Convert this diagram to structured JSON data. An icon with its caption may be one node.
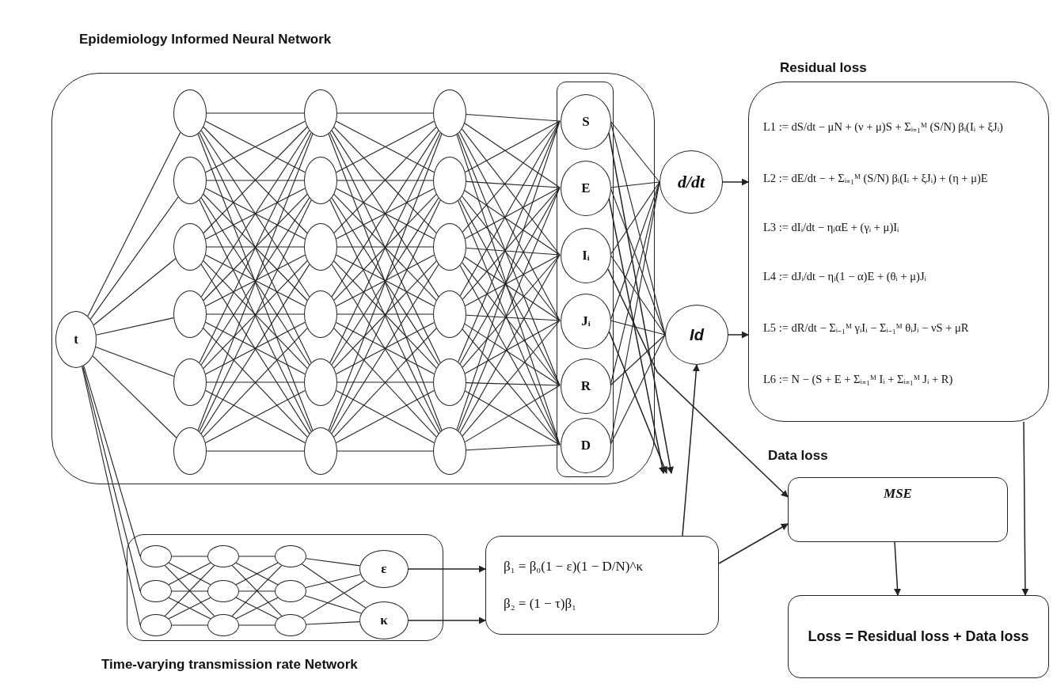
{
  "diagram": {
    "nodes": [
      {
        "text": [
          "Epidemiology Informed Neural Network"
        ]
      },
      {
        "text": [
          "t"
        ],
        "in": 0
      },
      {
        "text": [],
        "shape": "circle",
        "in": 0
      },
      {
        "text": [],
        "shape": "circle",
        "in": 0
      },
      {
        "text": [],
        "shape": "circle",
        "in": 0
      },
      {
        "text": [],
        "shape": "circle",
        "in": 0
      },
      {
        "text": [],
        "shape": "circle",
        "in": 0
      },
      {
        "text": [],
        "shape": "circle",
        "in": 0
      },
      {
        "text": [],
        "shape": "circle",
        "in": 0
      },
      {
        "text": [],
        "shape": "circle",
        "in": 0
      },
      {
        "text": [],
        "shape": "circle",
        "in": 0
      },
      {
        "text": [],
        "shape": "circle",
        "in": 0
      },
      {
        "text": [],
        "shape": "circle",
        "in": 0
      },
      {
        "text": [],
        "shape": "circle",
        "in": 0
      },
      {
        "text": [],
        "shape": "circle",
        "in": 0
      },
      {
        "text": [],
        "shape": "circle",
        "in": 0
      },
      {
        "text": [],
        "shape": "circle",
        "in": 0
      },
      {
        "text": [],
        "shape": "circle",
        "in": 0
      },
      {
        "text": [],
        "shape": "circle",
        "in": 0
      },
      {
        "text": [],
        "shape": "circle",
        "in": 0
      },
      {
        "text": [],
        "shape": "box",
        "in": 0
      },
      {
        "text": [
          "S"
        ],
        "in": 20
      },
      {
        "text": [
          "E"
        ],
        "in": 20
      },
      {
        "text": [
          "Iᵢ"
        ],
        "in": 20
      },
      {
        "text": [
          "Jᵢ"
        ],
        "in": 20
      },
      {
        "text": [
          "R"
        ],
        "in": 20
      },
      {
        "text": [
          "D"
        ],
        "in": 20
      },
      {
        "text": [
          "d/dt"
        ]
      },
      {
        "text": [
          "Id"
        ]
      },
      {
        "text": [
          "Residual loss",
          "L1 := dS/dt − μN + (ν + μ)S + Σᵢ₌₁ᴹ (S/N) βᵢ(Iᵢ + ξJᵢ)",
          "L2 := dE/dt − + Σᵢ₌₁ᴹ (S/N) βᵢ(Iᵢ + ξJᵢ) + (η + μ)E",
          "L3 := dIᵢ/dt − ηᵢαE + (γᵢ + μ)Iᵢ",
          "L4 := dJᵢ/dt − ηᵢ(1 − α)E + (θᵢ + μ)Jᵢ",
          "L5 := dR/dt − Σᵢ₋₁ᴹ γᵢIᵢ − Σᵢ₋₁ᴹ θᵢJᵢ − νS + μR",
          "L6 := N − (S + E + Σᵢ₌₁ᴹ Iᵢ + Σᵢ₌₁ᴹ Jᵢ + R)"
        ]
      },
      {
        "text": [
          "Data loss",
          "MSE"
        ]
      },
      {
        "text": [
          "Time-varying transmission rate Network"
        ]
      },
      {
        "text": [],
        "shape": "circle",
        "in": 31
      },
      {
        "text": [],
        "shape": "circle",
        "in": 31
      },
      {
        "text": [],
        "shape": "circle",
        "in": 31
      },
      {
        "text": [],
        "shape": "circle",
        "in": 31
      },
      {
        "text": [],
        "shape": "circle",
        "in": 31
      },
      {
        "text": [],
        "shape": "circle",
        "in": 31
      },
      {
        "text": [],
        "shape": "circle",
        "in": 31
      },
      {
        "text": [],
        "shape": "circle",
        "in": 31
      },
      {
        "text": [],
        "shape": "circle",
        "in": 31
      },
      {
        "text": [
          "ε"
        ],
        "in": 31
      },
      {
        "text": [
          "κ"
        ],
        "in": 31
      },
      {
        "text": [
          "β₁ = β₀(1 − ε)(1 − D/N)^κ",
          "β₂ = (1 − τ)β₁"
        ]
      },
      {
        "text": [
          "Loss = Residual loss + Data loss"
        ]
      }
    ],
    "edges": [
      {
        "from": 1,
        "to": 2,
        "arrow": "none"
      },
      {
        "from": 1,
        "to": 3,
        "arrow": "none"
      },
      {
        "from": 1,
        "to": 4,
        "arrow": "none"
      },
      {
        "from": 1,
        "to": 5,
        "arrow": "none"
      },
      {
        "from": 1,
        "to": 6,
        "arrow": "none"
      },
      {
        "from": 1,
        "to": 7,
        "arrow": "none"
      },
      {
        "from": 2,
        "to": 8,
        "arrow": "none"
      },
      {
        "from": 2,
        "to": 9,
        "arrow": "none"
      },
      {
        "from": 2,
        "to": 10,
        "arrow": "none"
      },
      {
        "from": 2,
        "to": 11,
        "arrow": "none"
      },
      {
        "from": 2,
        "to": 12,
        "arrow": "none"
      },
      {
        "from": 2,
        "to": 13,
        "arrow": "none"
      },
      {
        "from": 3,
        "to": 8,
        "arrow": "none"
      },
      {
        "from": 3,
        "to": 9,
        "arrow": "none"
      },
      {
        "from": 3,
        "to": 10,
        "arrow": "none"
      },
      {
        "from": 3,
        "to": 11,
        "arrow": "none"
      },
      {
        "from": 3,
        "to": 12,
        "arrow": "none"
      },
      {
        "from": 3,
        "to": 13,
        "arrow": "none"
      },
      {
        "from": 4,
        "to": 8,
        "arrow": "none"
      },
      {
        "from": 4,
        "to": 9,
        "arrow": "none"
      },
      {
        "from": 4,
        "to": 10,
        "arrow": "none"
      },
      {
        "from": 4,
        "to": 11,
        "arrow": "none"
      },
      {
        "from": 4,
        "to": 12,
        "arrow": "none"
      },
      {
        "from": 4,
        "to": 13,
        "arrow": "none"
      },
      {
        "from": 5,
        "to": 8,
        "arrow": "none"
      },
      {
        "from": 5,
        "to": 9,
        "arrow": "none"
      },
      {
        "from": 5,
        "to": 10,
        "arrow": "none"
      },
      {
        "from": 5,
        "to": 11,
        "arrow": "none"
      },
      {
        "from": 5,
        "to": 12,
        "arrow": "none"
      },
      {
        "from": 5,
        "to": 13,
        "arrow": "none"
      },
      {
        "from": 6,
        "to": 8,
        "arrow": "none"
      },
      {
        "from": 6,
        "to": 9,
        "arrow": "none"
      },
      {
        "from": 6,
        "to": 10,
        "arrow": "none"
      },
      {
        "from": 6,
        "to": 11,
        "arrow": "none"
      },
      {
        "from": 6,
        "to": 12,
        "arrow": "none"
      },
      {
        "from": 6,
        "to": 13,
        "arrow": "none"
      },
      {
        "from": 7,
        "to": 8,
        "arrow": "none"
      },
      {
        "from": 7,
        "to": 9,
        "arrow": "none"
      },
      {
        "from": 7,
        "to": 10,
        "arrow": "none"
      },
      {
        "from": 7,
        "to": 11,
        "arrow": "none"
      },
      {
        "from": 7,
        "to": 12,
        "arrow": "none"
      },
      {
        "from": 7,
        "to": 13,
        "arrow": "none"
      },
      {
        "from": 8,
        "to": 14,
        "arrow": "none"
      },
      {
        "from": 8,
        "to": 15,
        "arrow": "none"
      },
      {
        "from": 8,
        "to": 16,
        "arrow": "none"
      },
      {
        "from": 8,
        "to": 17,
        "arrow": "none"
      },
      {
        "from": 8,
        "to": 18,
        "arrow": "none"
      },
      {
        "from": 8,
        "to": 19,
        "arrow": "none"
      },
      {
        "from": 9,
        "to": 14,
        "arrow": "none"
      },
      {
        "from": 9,
        "to": 15,
        "arrow": "none"
      },
      {
        "from": 9,
        "to": 16,
        "arrow": "none"
      },
      {
        "from": 9,
        "to": 17,
        "arrow": "none"
      },
      {
        "from": 9,
        "to": 18,
        "arrow": "none"
      },
      {
        "from": 9,
        "to": 19,
        "arrow": "none"
      },
      {
        "from": 10,
        "to": 14,
        "arrow": "none"
      },
      {
        "from": 10,
        "to": 15,
        "arrow": "none"
      },
      {
        "from": 10,
        "to": 16,
        "arrow": "none"
      },
      {
        "from": 10,
        "to": 17,
        "arrow": "none"
      },
      {
        "from": 10,
        "to": 18,
        "arrow": "none"
      },
      {
        "from": 10,
        "to": 19,
        "arrow": "none"
      },
      {
        "from": 11,
        "to": 14,
        "arrow": "none"
      },
      {
        "from": 11,
        "to": 15,
        "arrow": "none"
      },
      {
        "from": 11,
        "to": 16,
        "arrow": "none"
      },
      {
        "from": 11,
        "to": 17,
        "arrow": "none"
      },
      {
        "from": 11,
        "to": 18,
        "arrow": "none"
      },
      {
        "from": 11,
        "to": 19,
        "arrow": "none"
      },
      {
        "from": 12,
        "to": 14,
        "arrow": "none"
      },
      {
        "from": 12,
        "to": 15,
        "arrow": "none"
      },
      {
        "from": 12,
        "to": 16,
        "arrow": "none"
      },
      {
        "from": 12,
        "to": 17,
        "arrow": "none"
      },
      {
        "from": 12,
        "to": 18,
        "arrow": "none"
      },
      {
        "from": 12,
        "to": 19,
        "arrow": "none"
      },
      {
        "from": 13,
        "to": 14,
        "arrow": "none"
      },
      {
        "from": 13,
        "to": 15,
        "arrow": "none"
      },
      {
        "from": 13,
        "to": 16,
        "arrow": "none"
      },
      {
        "from": 13,
        "to": 17,
        "arrow": "none"
      },
      {
        "from": 13,
        "to": 18,
        "arrow": "none"
      },
      {
        "from": 13,
        "to": 19,
        "arrow": "none"
      },
      {
        "from": 14,
        "to": 21,
        "arrow": "none"
      },
      {
        "from": 14,
        "to": 22,
        "arrow": "none"
      },
      {
        "from": 14,
        "to": 23,
        "arrow": "none"
      },
      {
        "from": 14,
        "to": 24,
        "arrow": "none"
      },
      {
        "from": 14,
        "to": 25,
        "arrow": "none"
      },
      {
        "from": 14,
        "to": 26,
        "arrow": "none"
      },
      {
        "from": 15,
        "to": 21,
        "arrow": "none"
      },
      {
        "from": 15,
        "to": 22,
        "arrow": "none"
      },
      {
        "from": 15,
        "to": 23,
        "arrow": "none"
      },
      {
        "from": 15,
        "to": 24,
        "arrow": "none"
      },
      {
        "from": 15,
        "to": 25,
        "arrow": "none"
      },
      {
        "from": 15,
        "to": 26,
        "arrow": "none"
      },
      {
        "from": 16,
        "to": 21,
        "arrow": "none"
      },
      {
        "from": 16,
        "to": 22,
        "arrow": "none"
      },
      {
        "from": 16,
        "to": 23,
        "arrow": "none"
      },
      {
        "from": 16,
        "to": 24,
        "arrow": "none"
      },
      {
        "from": 16,
        "to": 25,
        "arrow": "none"
      },
      {
        "from": 16,
        "to": 26,
        "arrow": "none"
      },
      {
        "from": 17,
        "to": 21,
        "arrow": "none"
      },
      {
        "from": 17,
        "to": 22,
        "arrow": "none"
      },
      {
        "from": 17,
        "to": 23,
        "arrow": "none"
      },
      {
        "from": 17,
        "to": 24,
        "arrow": "none"
      },
      {
        "from": 17,
        "to": 25,
        "arrow": "none"
      },
      {
        "from": 17,
        "to": 26,
        "arrow": "none"
      },
      {
        "from": 18,
        "to": 21,
        "arrow": "none"
      },
      {
        "from": 18,
        "to": 22,
        "arrow": "none"
      },
      {
        "from": 18,
        "to": 23,
        "arrow": "none"
      },
      {
        "from": 18,
        "to": 24,
        "arrow": "none"
      },
      {
        "from": 18,
        "to": 25,
        "arrow": "none"
      },
      {
        "from": 18,
        "to": 26,
        "arrow": "none"
      },
      {
        "from": 19,
        "to": 21,
        "arrow": "none"
      },
      {
        "from": 19,
        "to": 22,
        "arrow": "none"
      },
      {
        "from": 19,
        "to": 23,
        "arrow": "none"
      },
      {
        "from": 19,
        "to": 24,
        "arrow": "none"
      },
      {
        "from": 19,
        "to": 25,
        "arrow": "none"
      },
      {
        "from": 19,
        "to": 26,
        "arrow": "none"
      },
      {
        "from": 21,
        "to": 27,
        "arrow": "none"
      },
      {
        "from": 22,
        "to": 27,
        "arrow": "none"
      },
      {
        "from": 23,
        "to": 27,
        "arrow": "none"
      },
      {
        "from": 24,
        "to": 27,
        "arrow": "none"
      },
      {
        "from": 25,
        "to": 27,
        "arrow": "none"
      },
      {
        "from": 26,
        "to": 27,
        "arrow": "none"
      },
      {
        "from": 21,
        "to": 28,
        "arrow": "none"
      },
      {
        "from": 22,
        "to": 28,
        "arrow": "none"
      },
      {
        "from": 23,
        "to": 28,
        "arrow": "none"
      },
      {
        "from": 24,
        "to": 28,
        "arrow": "none"
      },
      {
        "from": 25,
        "to": 28,
        "arrow": "none"
      },
      {
        "from": 26,
        "to": 28,
        "arrow": "none"
      },
      {
        "from": 27,
        "to": 29,
        "arrow": "to"
      },
      {
        "from": 28,
        "to": 29,
        "arrow": "to"
      },
      {
        "from": 21,
        "to": null,
        "arrow": "to"
      },
      {
        "from": 22,
        "to": null,
        "arrow": "to"
      },
      {
        "from": 24,
        "to": null,
        "arrow": "to"
      },
      {
        "from": 23,
        "to": 30,
        "arrow": "to"
      },
      {
        "from": 43,
        "to": 28,
        "arrow": "to"
      },
      {
        "from": 43,
        "to": 30,
        "arrow": "to"
      },
      {
        "from": 1,
        "to": 32,
        "arrow": "none"
      },
      {
        "from": 1,
        "to": 33,
        "arrow": "none"
      },
      {
        "from": 1,
        "to": 34,
        "arrow": "none"
      },
      {
        "from": 32,
        "to": 35,
        "arrow": "none"
      },
      {
        "from": 32,
        "to": 36,
        "arrow": "none"
      },
      {
        "from": 32,
        "to": 37,
        "arrow": "none"
      },
      {
        "from": 33,
        "to": 35,
        "arrow": "none"
      },
      {
        "from": 33,
        "to": 36,
        "arrow": "none"
      },
      {
        "from": 33,
        "to": 37,
        "arrow": "none"
      },
      {
        "from": 34,
        "to": 35,
        "arrow": "none"
      },
      {
        "from": 34,
        "to": 36,
        "arrow": "none"
      },
      {
        "from": 34,
        "to": 37,
        "arrow": "none"
      },
      {
        "from": 35,
        "to": 38,
        "arrow": "none"
      },
      {
        "from": 35,
        "to": 39,
        "arrow": "none"
      },
      {
        "from": 35,
        "to": 40,
        "arrow": "none"
      },
      {
        "from": 36,
        "to": 38,
        "arrow": "none"
      },
      {
        "from": 36,
        "to": 39,
        "arrow": "none"
      },
      {
        "from": 36,
        "to": 40,
        "arrow": "none"
      },
      {
        "from": 37,
        "to": 38,
        "arrow": "none"
      },
      {
        "from": 37,
        "to": 39,
        "arrow": "none"
      },
      {
        "from": 37,
        "to": 40,
        "arrow": "none"
      },
      {
        "from": 38,
        "to": 41,
        "arrow": "none"
      },
      {
        "from": 38,
        "to": 42,
        "arrow": "none"
      },
      {
        "from": 39,
        "to": 41,
        "arrow": "none"
      },
      {
        "from": 39,
        "to": 42,
        "arrow": "none"
      },
      {
        "from": 40,
        "to": 41,
        "arrow": "none"
      },
      {
        "from": 40,
        "to": 42,
        "arrow": "none"
      },
      {
        "from": 41,
        "to": 43,
        "arrow": "to"
      },
      {
        "from": 42,
        "to": 43,
        "arrow": "to"
      },
      {
        "from": 29,
        "to": 44,
        "arrow": "to"
      },
      {
        "from": 30,
        "to": 44,
        "arrow": "to"
      }
    ]
  }
}
